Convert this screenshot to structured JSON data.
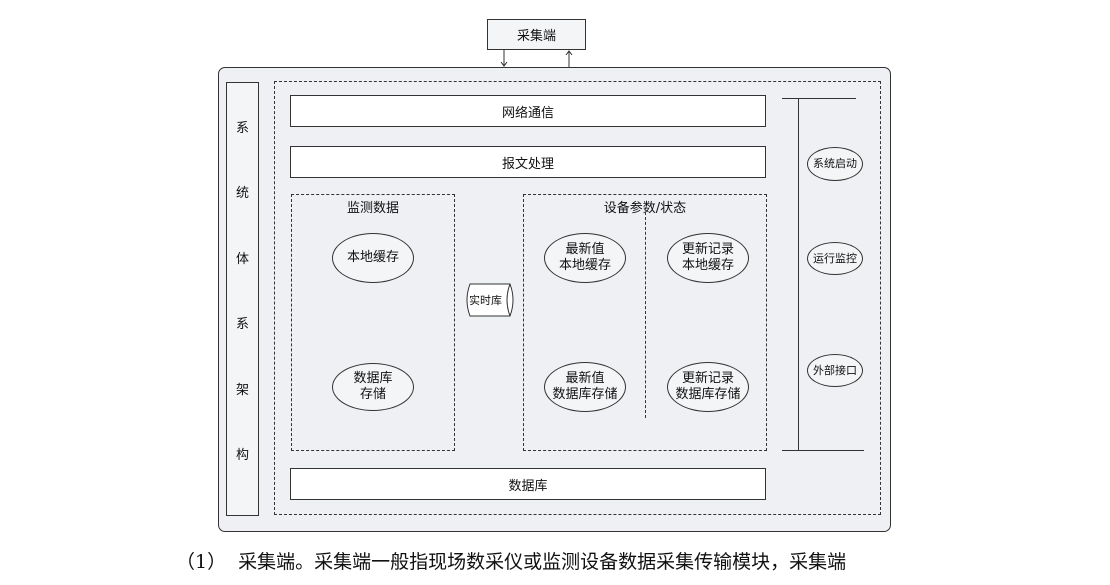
{
  "top_box": "采集端",
  "system_label_chars": [
    "系",
    "统",
    "体",
    "系",
    "架",
    "构"
  ],
  "network": "网络通信",
  "message": "报文处理",
  "monitor": {
    "title": "监测数据",
    "local_cache": "本地缓存",
    "db_store": "数据库\n存储"
  },
  "realtime_db": "实时库",
  "device": {
    "title": "设备参数/状态",
    "latest_local": "最新值\n本地缓存",
    "update_local": "更新记录\n本地缓存",
    "latest_db": "最新值\n数据库存储",
    "update_db": "更新记录\n数据库存储"
  },
  "right": {
    "start": "系统启动",
    "monitor": "运行监控",
    "interface": "外部接口"
  },
  "database": "数据库",
  "caption": "（1）  采集端。采集端一般指现场数采仪或监测设备数据采集传输模块，采集端"
}
